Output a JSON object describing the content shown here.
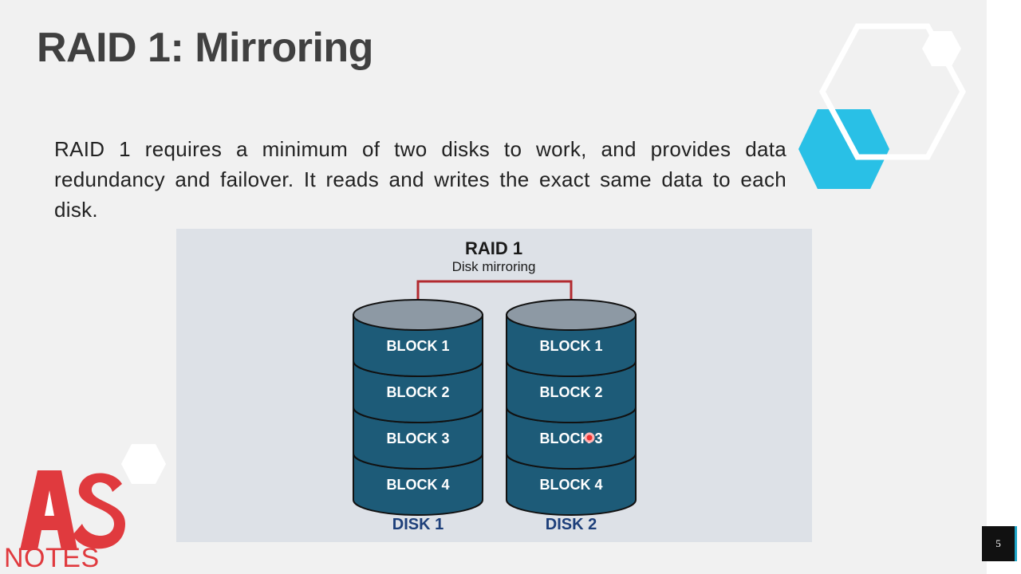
{
  "slide": {
    "title": "RAID 1: Mirroring",
    "body": "RAID 1 requires a minimum of two disks to work, and provides data redundancy and failover. It reads and writes the exact same data to each disk.",
    "page_number": "5"
  },
  "diagram": {
    "title": "RAID 1",
    "subtitle": "Disk mirroring",
    "disks": [
      {
        "label": "DISK 1",
        "blocks": [
          "BLOCK 1",
          "BLOCK 2",
          "BLOCK 3",
          "BLOCK 4"
        ]
      },
      {
        "label": "DISK 2",
        "blocks": [
          "BLOCK 1",
          "BLOCK 2",
          "BLOCK 3",
          "BLOCK 4"
        ]
      }
    ]
  },
  "logo": {
    "letters": "AS",
    "text": "NOTES"
  },
  "colors": {
    "title_text": "#404040",
    "accent_cyan": "#29c0e6",
    "block_fill": "#1d5b78",
    "disk_top": "#8d99a4",
    "disk_label": "#1d3f7a",
    "mirror_line": "#b22a2f",
    "logo_red": "#e03a3e"
  }
}
